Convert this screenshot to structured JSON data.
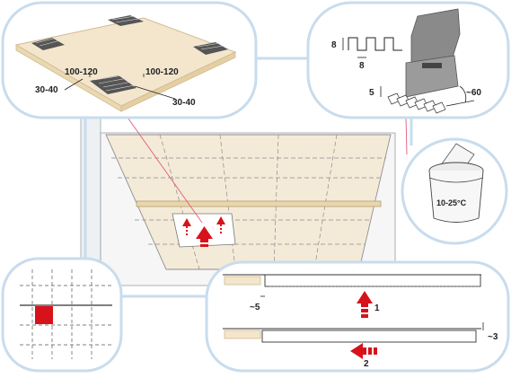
{
  "colors": {
    "frame": "#c8dced",
    "tile": "#f3e6cd",
    "tile_edge": "#d9c39a",
    "arrow": "#d8121a",
    "ink": "#222222",
    "room_wall": "#f7f7f7"
  },
  "tile_detail": {
    "dim_top_left": "100-120",
    "dim_top_right": "100-120",
    "dim_side_left": "30-40",
    "dim_side_right": "30-40"
  },
  "trowel_detail": {
    "notch_height": "8",
    "notch_width": "8",
    "tooth_height": "5",
    "angle": "~60"
  },
  "bucket_detail": {
    "temperature": "10-25°C"
  },
  "joint_detail": {
    "gap_label": "~5",
    "step1_label": "1",
    "overlap_label": "~3",
    "step2_label": "2"
  }
}
